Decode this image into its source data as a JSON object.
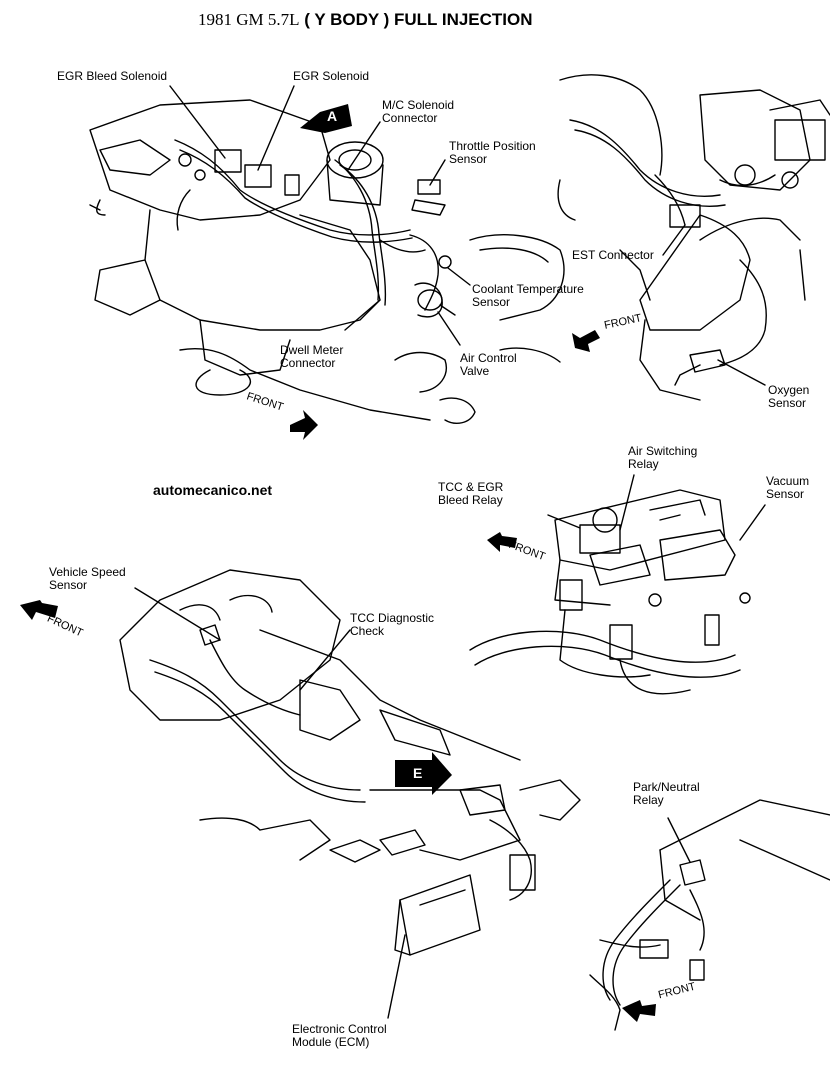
{
  "title": {
    "part1": "1981 GM 5.7L",
    "part2": " ( Y BODY ) FULL INJECTION"
  },
  "watermark": "automecanico.net",
  "labels": {
    "egr_bleed_solenoid": "EGR Bleed Solenoid",
    "egr_solenoid": "EGR Solenoid",
    "mc_solenoid_connector": "M/C Solenoid\nConnector",
    "throttle_position_sensor": "Throttle Position\nSensor",
    "est_connector": "EST Connector",
    "coolant_temperature_sensor": "Coolant Temperature\nSensor",
    "dwell_meter_connector": "Dwell Meter\nConnector",
    "air_control_valve": "Air Control\nValve",
    "oxygen_sensor": "Oxygen\nSensor",
    "air_switching_relay": "Air Switching\nRelay",
    "tcc_egr_bleed_relay": "TCC & EGR\nBleed Relay",
    "vacuum_sensor": "Vacuum\nSensor",
    "vehicle_speed_sensor": "Vehicle Speed\nSensor",
    "tcc_diagnostic_check": "TCC Diagnostic\nCheck",
    "park_neutral_relay": "Park/Neutral\nRelay",
    "ecm": "Electronic Control\nModule (ECM)"
  },
  "front_label": "FRONT",
  "view_tags": {
    "a": "A",
    "e": "E"
  },
  "colors": {
    "ink": "#000000",
    "paper": "#ffffff"
  }
}
